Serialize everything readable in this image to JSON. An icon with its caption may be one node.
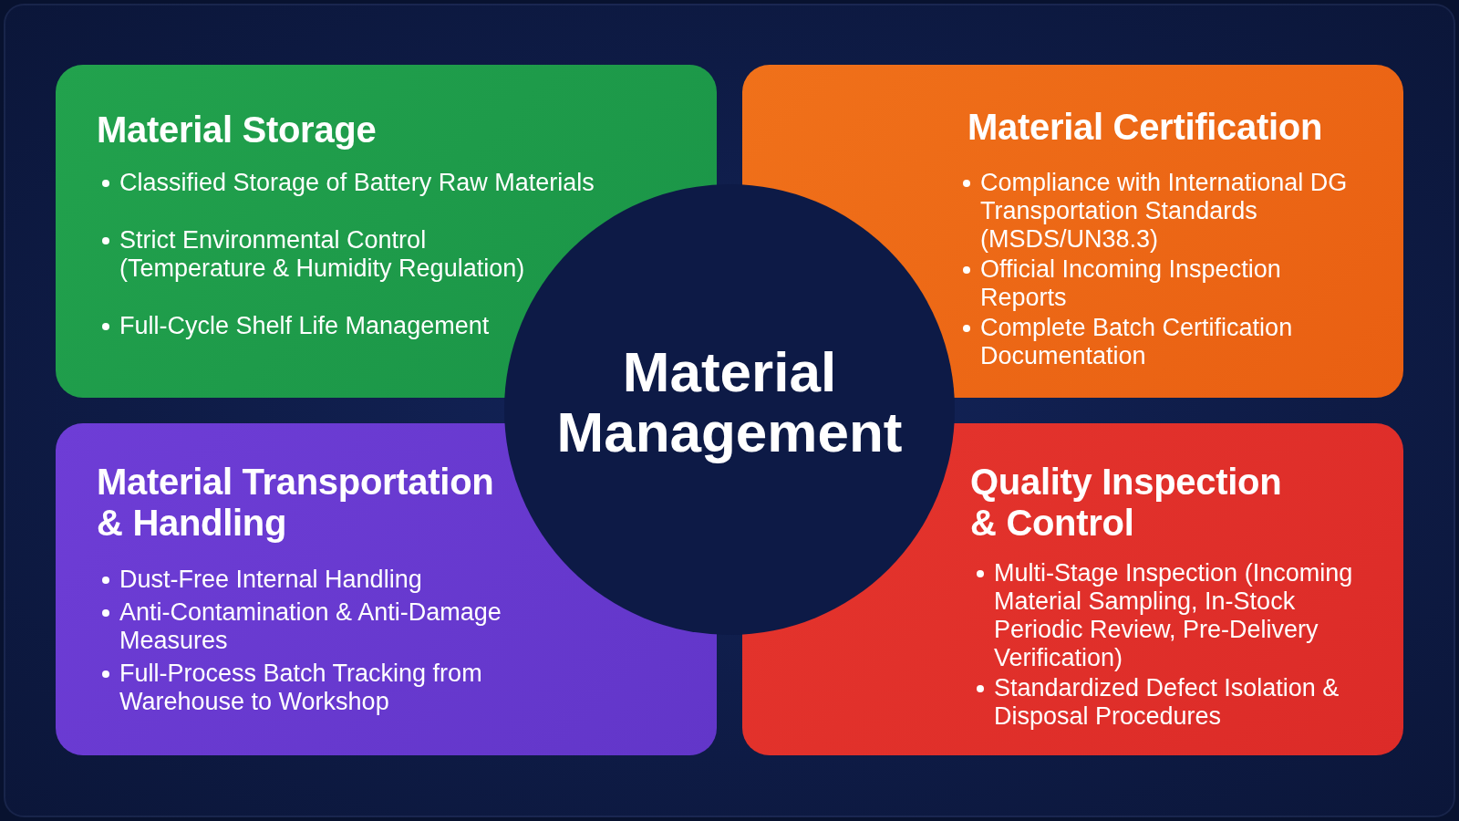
{
  "diagram": {
    "nodes": [
      {
        "text": [
          "Material Storage",
          "Classified Storage of Battery Raw Materials",
          "Strict Environmental Control (Temperature & Humidity Regulation)",
          "Full-Cycle Shelf Life Management"
        ]
      },
      {
        "text": [
          "Material Certification",
          "Compliance with International DG Transportation Standards (MSDS/UN38.3)",
          "Official Incoming Inspection Reports",
          "Complete Batch Certification Documentation"
        ]
      },
      {
        "text": [
          "Material Management"
        ]
      },
      {
        "text": [
          "Material Transportation & Handling",
          "Dust-Free Internal Handling",
          "Anti-Contamination & Anti-Damage Measures",
          "Full-Process Batch Tracking from Warehouse to Workshop"
        ]
      },
      {
        "text": [
          "Quality Inspection & Control",
          "Multi-Stage Inspection (Incoming Material Sampling, In-Stock Periodic Review, Pre-Delivery Verification)",
          "Standardized Defect Isolation & Disposal Procedures"
        ]
      }
    ]
  }
}
